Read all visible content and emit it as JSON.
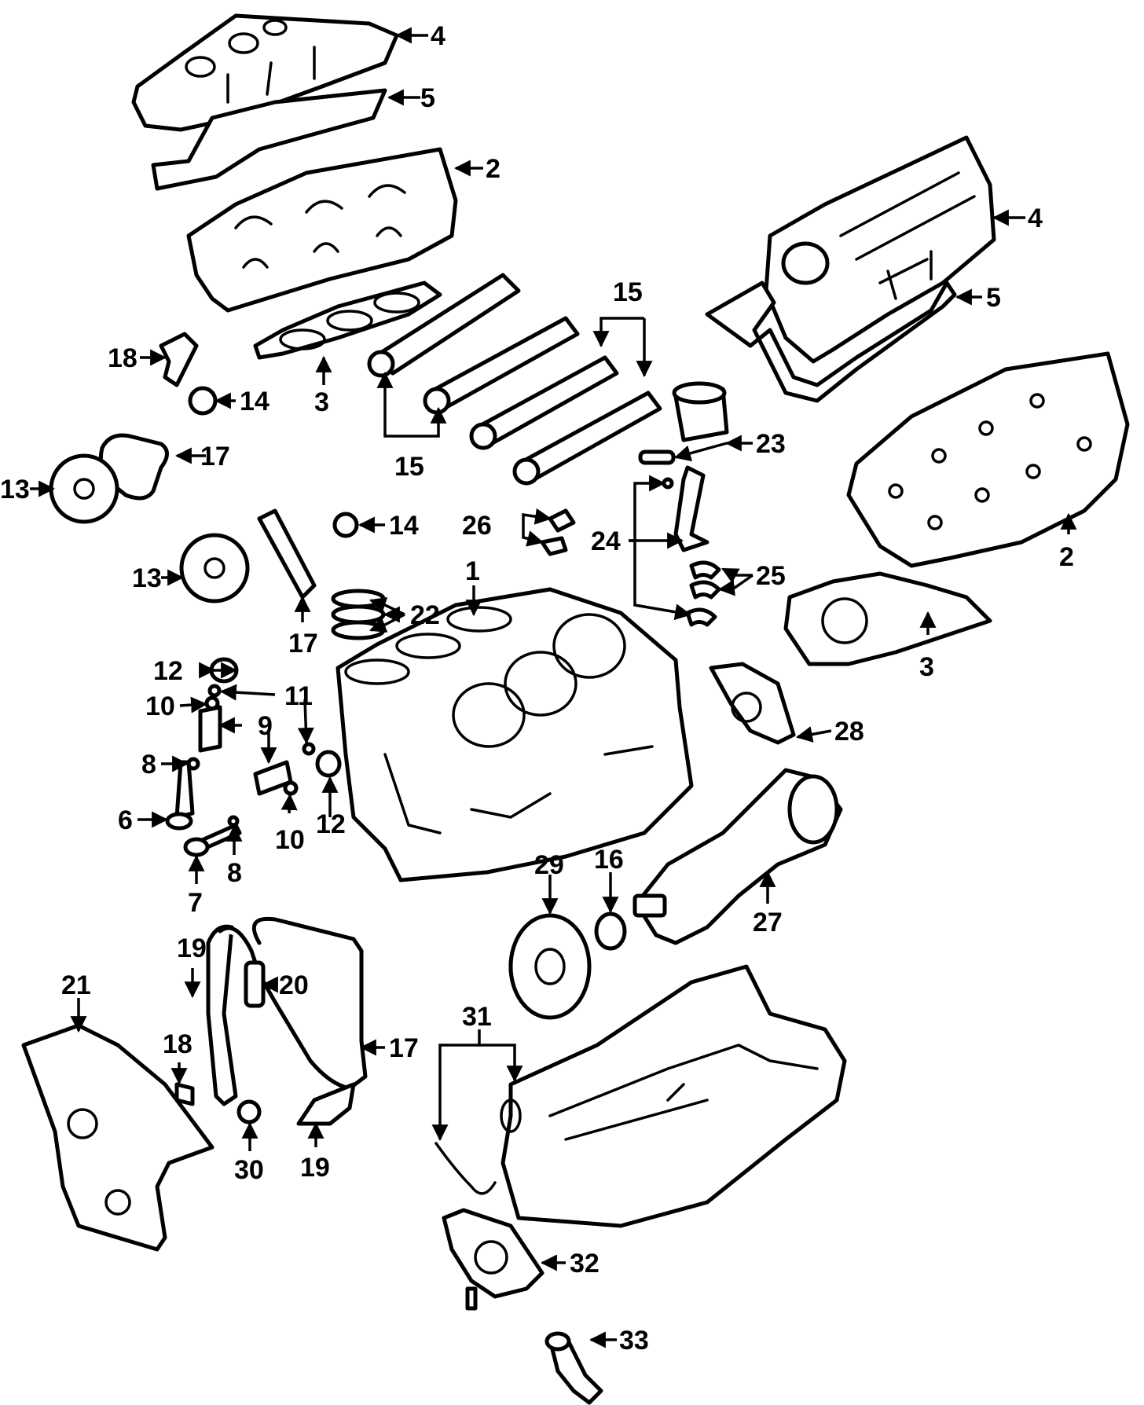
{
  "callouts": {
    "c1": "1",
    "c2a": "2",
    "c2b": "2",
    "c3a": "3",
    "c3b": "3",
    "c4a": "4",
    "c4b": "4",
    "c5a": "5",
    "c5b": "5",
    "c6": "6",
    "c7": "7",
    "c8a": "8",
    "c8b": "8",
    "c9": "9",
    "c10a": "10",
    "c10b": "10",
    "c11": "11",
    "c12a": "12",
    "c12b": "12",
    "c13a": "13",
    "c13b": "13",
    "c14a": "14",
    "c14b": "14",
    "c15a": "15",
    "c15b": "15",
    "c16": "16",
    "c17a": "17",
    "c17b": "17",
    "c17c": "17",
    "c18a": "18",
    "c18b": "18",
    "c19a": "19",
    "c19b": "19",
    "c20": "20",
    "c21": "21",
    "c22": "22",
    "c23": "23",
    "c24": "24",
    "c25": "25",
    "c26": "26",
    "c27": "27",
    "c28": "28",
    "c29": "29",
    "c30": "30",
    "c31": "31",
    "c32": "32",
    "c33": "33"
  }
}
